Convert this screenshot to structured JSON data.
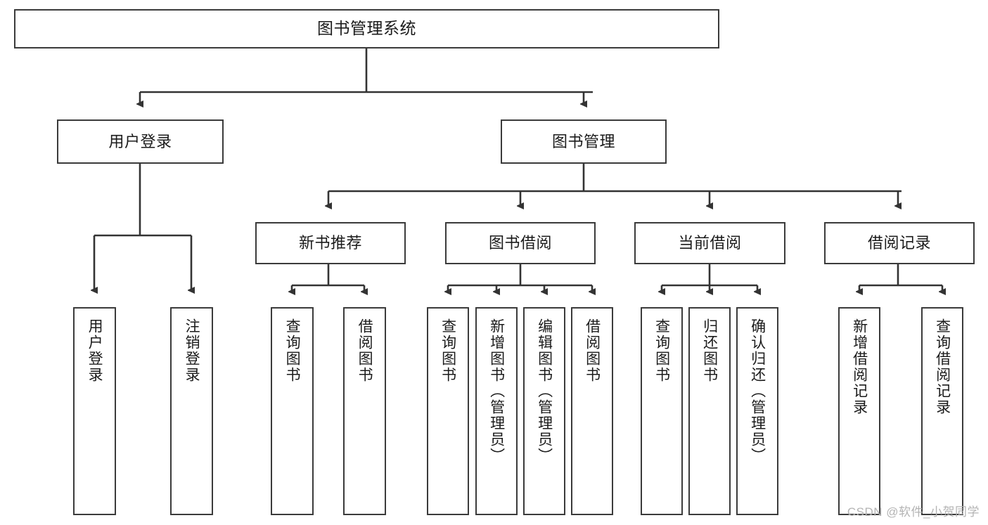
{
  "diagram": {
    "title": "图书管理系统",
    "watermark": "CSDN @软件_小贺同学",
    "colors": {
      "node_border": "#3b3b3b",
      "node_fill": "#ffffff",
      "link": "#333333",
      "text": "#1b1b1b",
      "watermark": "#b4b4b4",
      "background": "#ffffff"
    },
    "levels": {
      "root": "图书管理系统",
      "level2": [
        "用户登录",
        "图书管理"
      ],
      "level3": [
        "新书推荐",
        "图书借阅",
        "当前借阅",
        "借阅记录"
      ]
    },
    "nodes": {
      "root": {
        "label": "图书管理系统"
      },
      "user_login": {
        "label": "用户登录"
      },
      "book_manage": {
        "label": "图书管理"
      },
      "new_book_rec": {
        "label": "新书推荐"
      },
      "book_borrow": {
        "label": "图书借阅"
      },
      "current_borrow": {
        "label": "当前借阅"
      },
      "borrow_record": {
        "label": "借阅记录"
      },
      "leaf_user_login": {
        "label": "用户登录"
      },
      "leaf_logout": {
        "label": "注销登录"
      },
      "leaf_query_book_1": {
        "label": "查询图书"
      },
      "leaf_borrow_book_1": {
        "label": "借阅图书"
      },
      "leaf_query_book_2": {
        "label": "查询图书"
      },
      "leaf_add_book": {
        "label": "新增图书（管理员）"
      },
      "leaf_edit_book": {
        "label": "编辑图书（管理员）"
      },
      "leaf_borrow_book_2": {
        "label": "借阅图书"
      },
      "leaf_query_book_3": {
        "label": "查询图书"
      },
      "leaf_return_book": {
        "label": "归还图书"
      },
      "leaf_confirm_return": {
        "label": "确认归还（管理员）"
      },
      "leaf_add_record": {
        "label": "新增借阅记录"
      },
      "leaf_query_record": {
        "label": "查询借阅记录"
      }
    },
    "edges": [
      {
        "from": "root",
        "to": "user_login"
      },
      {
        "from": "root",
        "to": "book_manage"
      },
      {
        "from": "user_login",
        "to": "leaf_user_login"
      },
      {
        "from": "user_login",
        "to": "leaf_logout"
      },
      {
        "from": "book_manage",
        "to": "new_book_rec"
      },
      {
        "from": "book_manage",
        "to": "book_borrow"
      },
      {
        "from": "book_manage",
        "to": "current_borrow"
      },
      {
        "from": "book_manage",
        "to": "borrow_record"
      },
      {
        "from": "new_book_rec",
        "to": "leaf_query_book_1"
      },
      {
        "from": "new_book_rec",
        "to": "leaf_borrow_book_1"
      },
      {
        "from": "book_borrow",
        "to": "leaf_query_book_2"
      },
      {
        "from": "book_borrow",
        "to": "leaf_add_book"
      },
      {
        "from": "book_borrow",
        "to": "leaf_edit_book"
      },
      {
        "from": "book_borrow",
        "to": "leaf_borrow_book_2"
      },
      {
        "from": "current_borrow",
        "to": "leaf_query_book_3"
      },
      {
        "from": "current_borrow",
        "to": "leaf_return_book"
      },
      {
        "from": "current_borrow",
        "to": "leaf_confirm_return"
      },
      {
        "from": "borrow_record",
        "to": "leaf_add_record"
      },
      {
        "from": "borrow_record",
        "to": "leaf_query_record"
      }
    ]
  }
}
